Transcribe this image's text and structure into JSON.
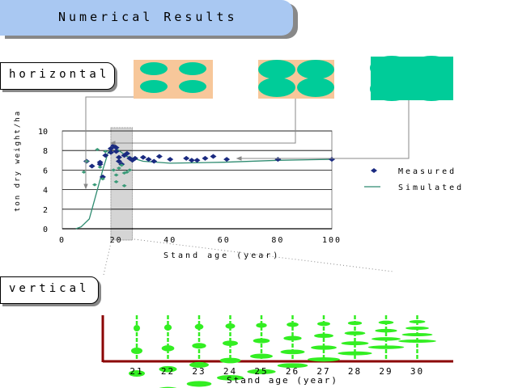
{
  "title": "Numerical Results",
  "horizontal_label": "horizontal",
  "vertical_label": "vertical",
  "colors": {
    "title_bg": "#a9c8f2",
    "tile_bg": "#f7c79a",
    "canopy": "#00cc99",
    "measured": "#1a2a80",
    "simulated": "#2e8b70",
    "green_marker": "#3a9a78",
    "tree": "#33ee22",
    "axis_dark_red": "#8b0000"
  },
  "chart_data": {
    "type": "scatter",
    "ylabel": "ton dry weight/ha",
    "xlabel": "Stand age (year)",
    "xlim": [
      0,
      100
    ],
    "ylim": [
      0,
      10
    ],
    "xticks": [
      "0",
      "20",
      "40",
      "60",
      "80",
      "100"
    ],
    "yticks": [
      "0",
      "2",
      "4",
      "6",
      "8",
      "10"
    ],
    "grid": true,
    "legend_position": "right",
    "highlight_range": [
      18,
      26
    ],
    "series": [
      {
        "name": "Measured",
        "type": "scatter",
        "points": [
          [
            9,
            6.9
          ],
          [
            11,
            6.4
          ],
          [
            14,
            6.6
          ],
          [
            14,
            6.8
          ],
          [
            15,
            5.3
          ],
          [
            16,
            7.5
          ],
          [
            18,
            7.8
          ],
          [
            18,
            8.2
          ],
          [
            19,
            8.5
          ],
          [
            20,
            8.3
          ],
          [
            20,
            7.9
          ],
          [
            21,
            7.3
          ],
          [
            21,
            6.9
          ],
          [
            22,
            6.6
          ],
          [
            23,
            7.5
          ],
          [
            24,
            7.7
          ],
          [
            25,
            7.2
          ],
          [
            26,
            7.0
          ],
          [
            27,
            7.2
          ],
          [
            30,
            7.3
          ],
          [
            32,
            7.1
          ],
          [
            34,
            6.9
          ],
          [
            36,
            7.4
          ],
          [
            40,
            7.1
          ],
          [
            46,
            7.2
          ],
          [
            48,
            7.0
          ],
          [
            50,
            7.0
          ],
          [
            53,
            7.2
          ],
          [
            56,
            7.4
          ],
          [
            61,
            7.1
          ],
          [
            80,
            7.1
          ],
          [
            100,
            7.1
          ]
        ]
      },
      {
        "name": "Simulated",
        "type": "line",
        "points": [
          [
            5,
            0
          ],
          [
            7,
            0.2
          ],
          [
            10,
            1.0
          ],
          [
            12,
            3.0
          ],
          [
            15,
            6.0
          ],
          [
            17,
            7.8
          ],
          [
            19,
            8.4
          ],
          [
            21,
            8.0
          ],
          [
            24,
            7.4
          ],
          [
            30,
            6.9
          ],
          [
            40,
            6.7
          ],
          [
            60,
            6.8
          ],
          [
            80,
            7.0
          ],
          [
            100,
            7.1
          ]
        ]
      },
      {
        "name": "",
        "type": "scatter",
        "points": [
          [
            8,
            5.8
          ],
          [
            9,
            6.9
          ],
          [
            12,
            4.5
          ],
          [
            13,
            8.1
          ],
          [
            14,
            6.3
          ],
          [
            15,
            5.1
          ],
          [
            16,
            7.9
          ],
          [
            19,
            6.0
          ],
          [
            20,
            5.5
          ],
          [
            21,
            6.2
          ],
          [
            22,
            6.5
          ],
          [
            23,
            5.7
          ],
          [
            24,
            5.8
          ],
          [
            25,
            6.0
          ],
          [
            20,
            4.8
          ],
          [
            23,
            4.4
          ]
        ]
      }
    ]
  },
  "vertical_chart": {
    "xlabel": "Stand age (year)",
    "ages": [
      "21",
      "22",
      "23",
      "24",
      "25",
      "26",
      "27",
      "28",
      "29",
      "30"
    ]
  }
}
